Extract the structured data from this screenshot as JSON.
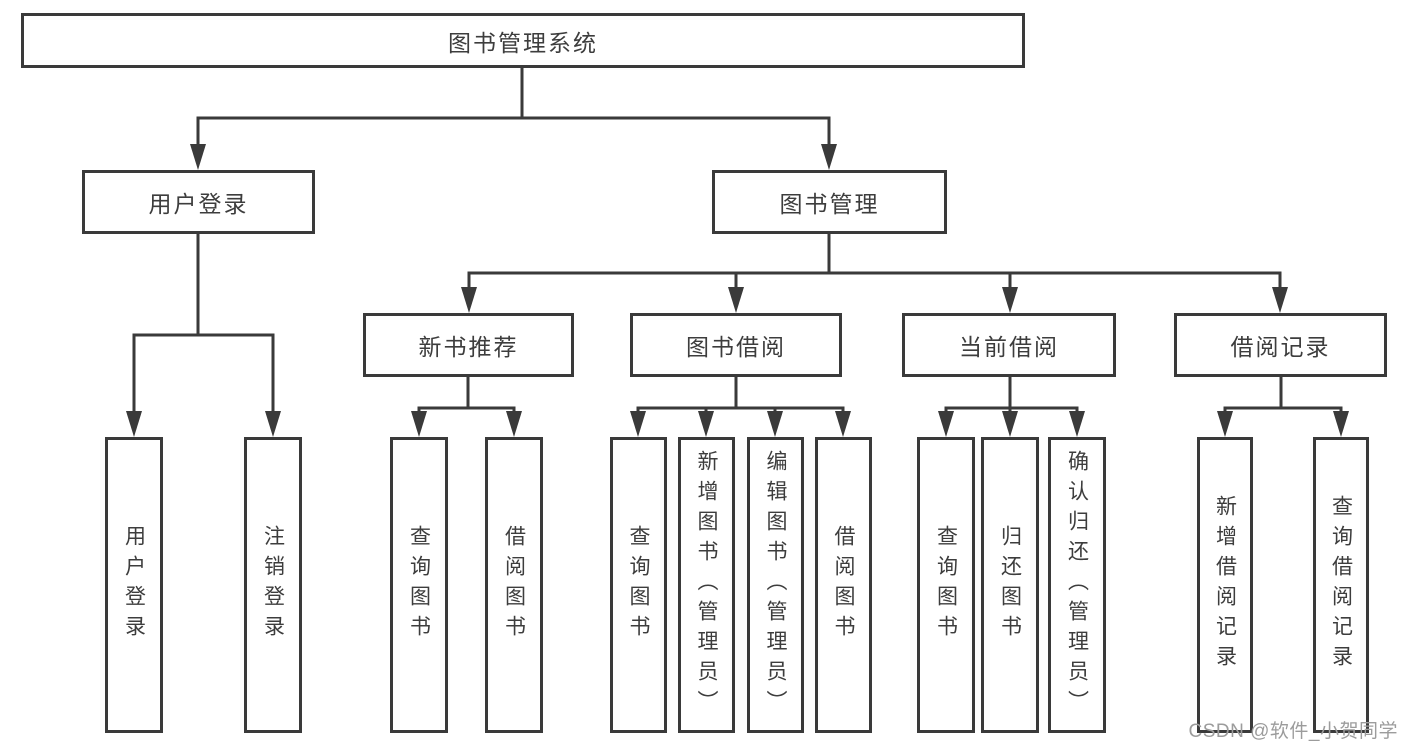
{
  "diagram": {
    "root": {
      "label": "图书管理系统"
    },
    "branches": [
      {
        "label": "用户登录",
        "leaves": [
          {
            "label": "用户登录"
          },
          {
            "label": "注销登录"
          }
        ]
      },
      {
        "label": "图书管理",
        "groups": [
          {
            "label": "新书推荐",
            "leaves": [
              {
                "label": "查询图书"
              },
              {
                "label": "借阅图书"
              }
            ]
          },
          {
            "label": "图书借阅",
            "leaves": [
              {
                "label": "查询图书"
              },
              {
                "label": "新增图书（管理员）"
              },
              {
                "label": "编辑图书（管理员）"
              },
              {
                "label": "借阅图书"
              }
            ]
          },
          {
            "label": "当前借阅",
            "leaves": [
              {
                "label": "查询图书"
              },
              {
                "label": "归还图书"
              },
              {
                "label": "确认归还（管理员）"
              }
            ]
          },
          {
            "label": "借阅记录",
            "leaves": [
              {
                "label": "新增借阅记录"
              },
              {
                "label": "查询借阅记录"
              }
            ]
          }
        ]
      }
    ],
    "colors": {
      "line": "#3a3a3a",
      "text": "#3d3d3d",
      "background": "#ffffff",
      "watermark": "#9c9c9c"
    }
  },
  "watermark": {
    "text": "CSDN @软件_小贺同学"
  }
}
